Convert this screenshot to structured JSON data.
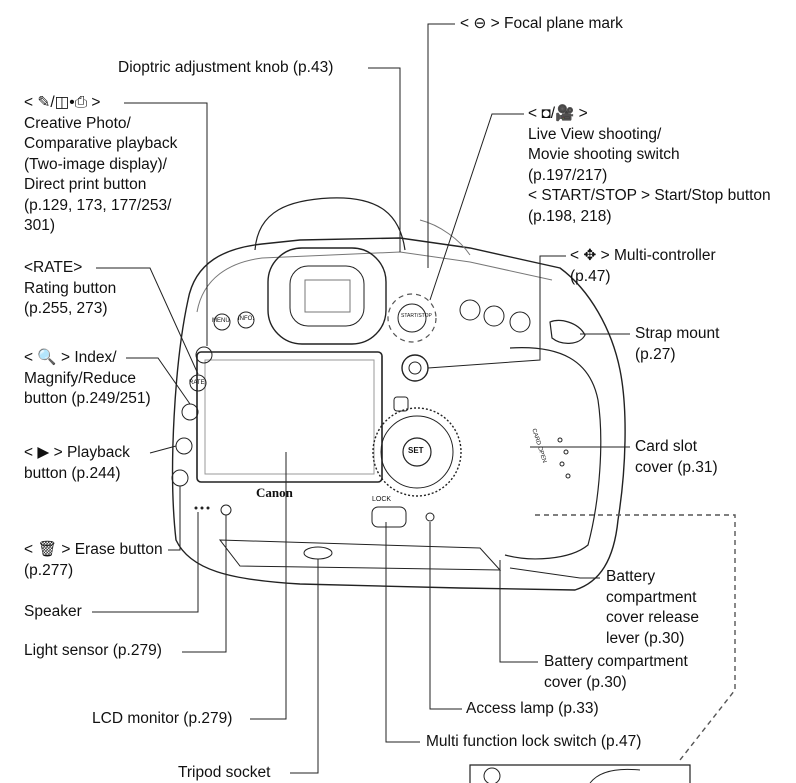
{
  "callouts": {
    "focal_plane": "< ⊖ > Focal plane mark",
    "dioptric": "Dioptric adjustment knob (p.43)",
    "creative_photo": "< ✎/◫•⎙ >\nCreative Photo/\nComparative playback\n(Two-image display)/\nDirect print button\n(p.129, 173, 177/253/\n301)",
    "rating": "<RATE>\nRating button\n(p.255, 273)",
    "index": "< 🔍 > Index/\nMagnify/Reduce\nbutton (p.249/251)",
    "playback": "< ▶ > Playback\nbutton (p.244)",
    "erase": "< 🗑 > Erase button\n(p.277)",
    "speaker": "Speaker",
    "light_sensor": "Light sensor (p.279)",
    "lcd_monitor": "LCD monitor (p.279)",
    "tripod": "Tripod socket",
    "live_view": "< ◘/🎥 >\nLive View shooting/\nMovie shooting switch\n(p.197/217)\n< START/STOP > Start/Stop button\n(p.198, 218)",
    "multi_controller": "< ✥ > Multi-controller\n(p.47)",
    "strap": "Strap mount\n(p.27)",
    "card_slot": "Card slot\ncover (p.31)",
    "battery_release": "Battery\ncompartment\ncover release\nlever (p.30)",
    "battery_cover": "Battery compartment\ncover (p.30)",
    "access_lamp": "Access lamp (p.33)",
    "lock_switch": "Multi function lock switch (p.47)"
  },
  "camera": {
    "brand": "Canon",
    "set_label": "SET",
    "lock_label": "LOCK",
    "start_stop_label": "START/STOP",
    "info_label": "INFO.",
    "menu_label": "MENU",
    "rate_label": "RATE",
    "grip_text": "CARD OPEN"
  }
}
